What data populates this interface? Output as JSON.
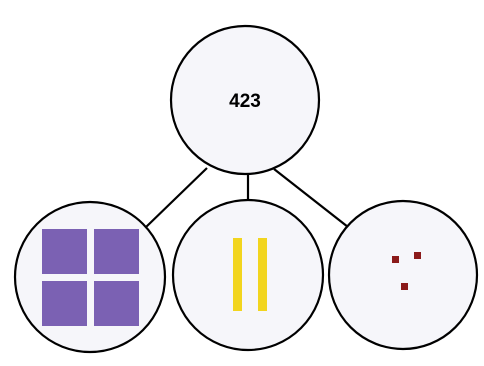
{
  "part_whole_model": {
    "whole": {
      "value": "423"
    },
    "parts": [
      {
        "block": "hundreds",
        "count": 4,
        "color": "#7b61b3"
      },
      {
        "block": "tens",
        "count": 2,
        "color": "#f2d51e"
      },
      {
        "block": "ones",
        "count": 3,
        "color": "#8b1a1a"
      }
    ]
  }
}
